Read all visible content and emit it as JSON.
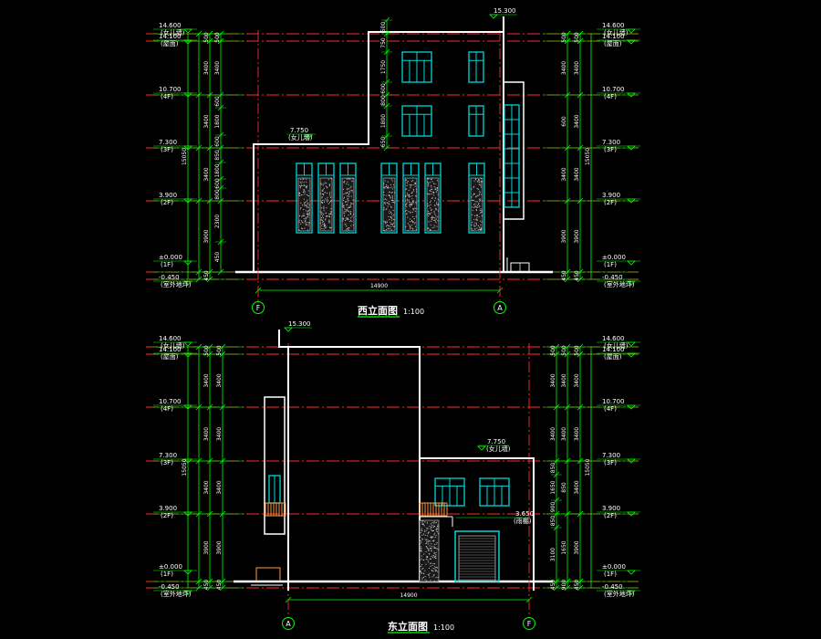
{
  "drawings": [
    {
      "title": "西立面图",
      "scale": "1:100",
      "overall_width": "14900",
      "top_elev": "15.300",
      "roof_elev": "7.750",
      "roof_note": "(女儿墙)",
      "axis_left": "F",
      "axis_right": "A",
      "levels_left": [
        {
          "elev": "14.600",
          "note": "(女儿墙)"
        },
        {
          "elev": "14.100",
          "note": "(屋面)"
        },
        {
          "elev": "10.700",
          "note": "(4F)"
        },
        {
          "elev": "7.300",
          "note": "(3F)"
        },
        {
          "elev": "3.900",
          "note": "(2F)"
        },
        {
          "elev": "±0.000",
          "note": "(1F)"
        },
        {
          "elev": "-0.450",
          "note": "(室外地坪)"
        }
      ],
      "levels_right": [
        {
          "elev": "14.600",
          "note": "(女儿墙)"
        },
        {
          "elev": "14.100",
          "note": "(屋面)"
        },
        {
          "elev": "10.700",
          "note": "(4F)"
        },
        {
          "elev": "7.300",
          "note": "(3F)"
        },
        {
          "elev": "3.900",
          "note": "(2F)"
        },
        {
          "elev": "±0.000",
          "note": "(1F)"
        },
        {
          "elev": "-0.450",
          "note": "(室外地坪)"
        }
      ],
      "dims_outer": [
        "500",
        "3400",
        "3400",
        "3400",
        "3900",
        "450"
      ],
      "total_height": "15050",
      "dims_inner_left": [
        "500",
        "3400",
        "600",
        "1800",
        "600",
        "850",
        "1800",
        "600",
        "800",
        "2300",
        "450"
      ],
      "dims_inner_right": [
        "500",
        "3400",
        "600",
        "3400",
        "3900",
        "450"
      ],
      "dims_upper_block": [
        "500",
        "750",
        "1750",
        "600",
        "800",
        "1800",
        "650"
      ]
    },
    {
      "title": "东立面图",
      "scale": "1:100",
      "overall_width": "14900",
      "top_elev": "15.300",
      "roof_elev": "7.750",
      "roof_note": "(女儿墙)",
      "canopy_elev": "3.650",
      "canopy_note": "(雨棚)",
      "axis_left": "A",
      "axis_right": "F",
      "levels_left": [
        {
          "elev": "14.600",
          "note": "(女儿墙)"
        },
        {
          "elev": "14.100",
          "note": "(屋面)"
        },
        {
          "elev": "10.700",
          "note": "(4F)"
        },
        {
          "elev": "7.300",
          "note": "(3F)"
        },
        {
          "elev": "3.900",
          "note": "(2F)"
        },
        {
          "elev": "±0.000",
          "note": "(1F)"
        },
        {
          "elev": "-0.450",
          "note": "(室外地坪)"
        }
      ],
      "levels_right": [
        {
          "elev": "14.600",
          "note": "(女儿墙)"
        },
        {
          "elev": "14.100",
          "note": "(屋面)"
        },
        {
          "elev": "10.700",
          "note": "(4F)"
        },
        {
          "elev": "7.300",
          "note": "(3F)"
        },
        {
          "elev": "3.900",
          "note": "(2F)"
        },
        {
          "elev": "±0.000",
          "note": "(1F)"
        },
        {
          "elev": "-0.450",
          "note": "(室外地坪)"
        }
      ],
      "dims_outer": [
        "500",
        "3400",
        "3400",
        "3400",
        "3900",
        "450"
      ],
      "total_height": "15050",
      "dims_inner_left": [
        "500",
        "3400",
        "3400",
        "3400",
        "3900",
        "450"
      ],
      "dims_inner_right": [
        "500",
        "3400",
        "3400",
        "850",
        "1650",
        "900",
        "850",
        "3100",
        "450"
      ]
    }
  ],
  "colors": {
    "background": "#000000",
    "outline": "#ffffff",
    "level_line": "#ff2a2a",
    "grid_line": "#ff2a2a",
    "dimension": "#00ff00",
    "window": "#00d8d8",
    "hatch": "#c8c8c8",
    "railing": "#ff9a40",
    "axis_bubble": "#00ff00"
  }
}
